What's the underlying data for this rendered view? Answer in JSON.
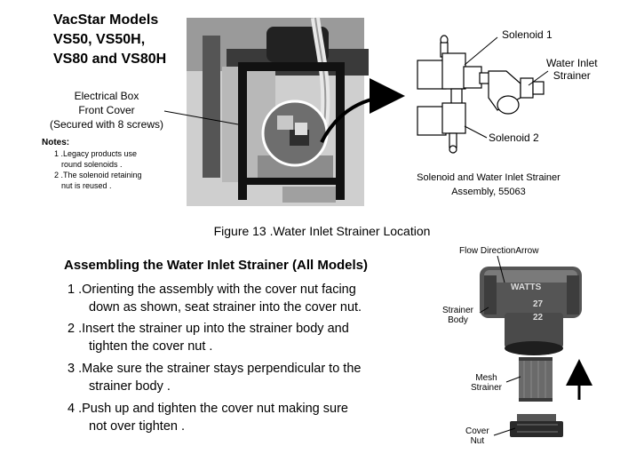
{
  "title": {
    "line1": "VacStar Models",
    "line2": "VS50, VS50H,",
    "line3": "VS80 and VS80H"
  },
  "electrical_box": {
    "line1": "Electrical Box",
    "line2": "Front Cover",
    "line3": "(Secured with 8 screws)"
  },
  "notes": {
    "heading": "Notes:",
    "item1_a": "1 .Legacy products use",
    "item1_b": "round solenoids .",
    "item2_a": "2 .The solenoid retaining",
    "item2_b": "nut is reused ."
  },
  "assembly_labels": {
    "solenoid1": "Solenoid 1",
    "solenoid2": "Solenoid 2",
    "strainer_line1": "Water Inlet",
    "strainer_line2": "Strainer",
    "caption_line1": "Solenoid and Water Inlet Strainer",
    "caption_line2": "Assembly, 55063"
  },
  "figure_caption": "Figure 13 .Water Inlet Strainer Location",
  "parts_labels": {
    "flow_arrow": "Flow DirectionArrow",
    "body_line1": "Strainer",
    "body_line2": "Body",
    "mesh_line1": "Mesh",
    "mesh_line2": "Strainer",
    "nut_line1": "Cover",
    "nut_line2": "Nut",
    "casting_text1": "WATTS",
    "casting_text2": "27",
    "casting_text3": "22"
  },
  "instructions": {
    "heading": "Assembling the Water Inlet Strainer (All Models)",
    "steps": [
      {
        "line1": "1 .Orienting the assembly with the cover nut facing",
        "line2": "down as shown, seat strainer into the cover nut."
      },
      {
        "line1": "2 .Insert the strainer up into the strainer body and",
        "line2": "tighten the cover nut ."
      },
      {
        "line1": "3 .Make sure the strainer stays perpendicular to the",
        "line2": "strainer body ."
      },
      {
        "line1": "4 .Push up and tighten the cover nut making sure",
        "line2": "not over tighten ."
      }
    ]
  }
}
